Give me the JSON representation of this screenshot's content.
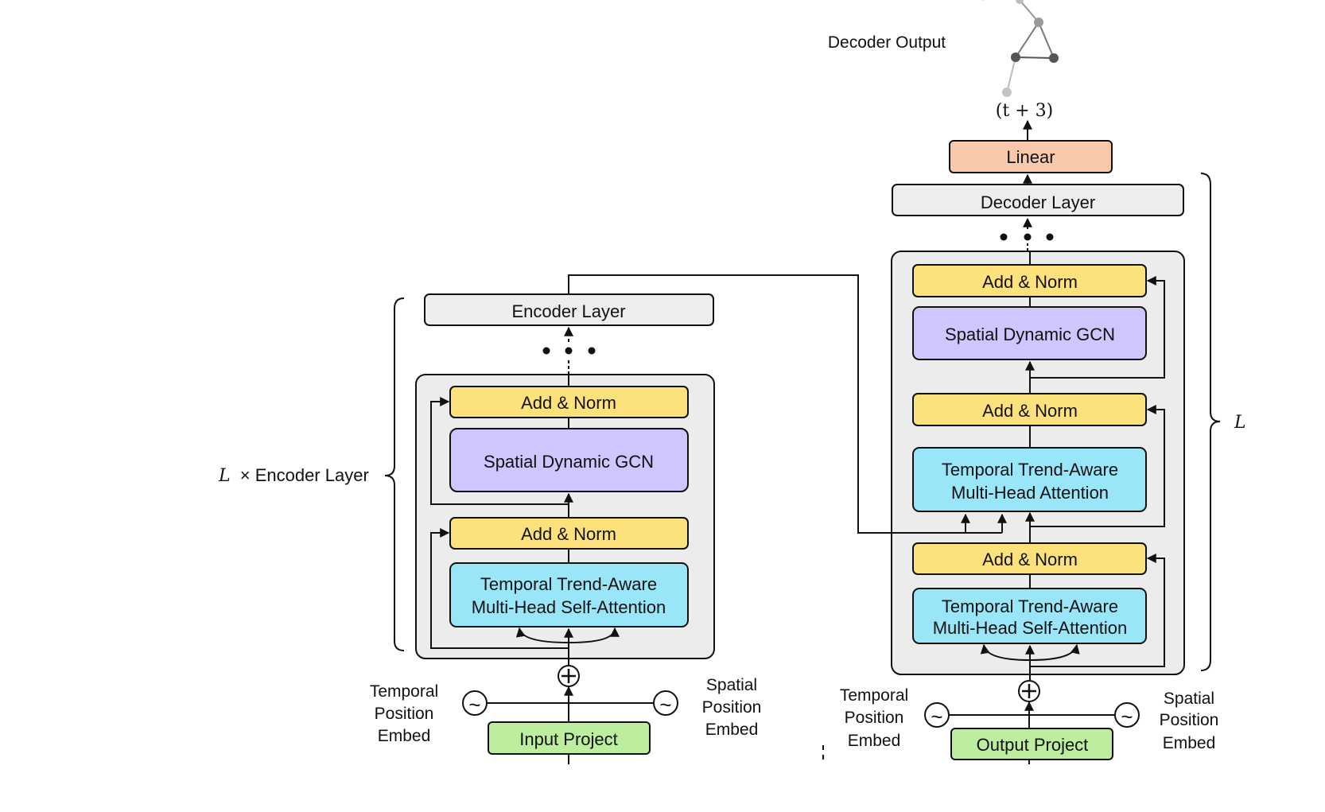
{
  "colors": {
    "yellow": "#FDE17A",
    "purple": "#CEC6FC",
    "cyan": "#98E6F8",
    "green": "#BDEEA0",
    "salmon": "#F8C9AB",
    "layer_gray": "#EDEDED",
    "block_gray": "#ECECEC",
    "stroke": "#111111"
  },
  "top": {
    "decoder_output_label": "Decoder Output",
    "time_label": "(t + 3)"
  },
  "encoder": {
    "side_label_var": "L",
    "side_label_text": "× Encoder Layer",
    "layer_label": "Encoder Layer",
    "dots": "• • •",
    "add_norm_1": "Add & Norm",
    "gcn": "Spatial Dynamic GCN",
    "add_norm_2": "Add & Norm",
    "attention_line1": "Temporal Trend-Aware",
    "attention_line2": "Multi-Head Self-Attention",
    "temporal_embed": [
      "Temporal",
      "Position",
      "Embed"
    ],
    "spatial_embed": [
      "Spatial",
      "Position",
      "Embed"
    ],
    "input_project": "Input Project"
  },
  "decoder": {
    "linear": "Linear",
    "layer_label": "Decoder Layer",
    "dots": "• • •",
    "add_norm_1": "Add & Norm",
    "gcn": "Spatial Dynamic GCN",
    "add_norm_2": "Add & Norm",
    "cross_attention_line1": "Temporal Trend-Aware",
    "cross_attention_line2": "Multi-Head Attention",
    "add_norm_3": "Add & Norm",
    "self_attention_line1": "Temporal Trend-Aware",
    "self_attention_line2": "Multi-Head Self-Attention",
    "temporal_embed": [
      "Temporal",
      "Position",
      "Embed"
    ],
    "spatial_embed": [
      "Spatial",
      "Position",
      "Embed"
    ],
    "output_project": "Output Project",
    "side_label_var": "L"
  },
  "symbols": {
    "sine": "~",
    "plus": "+"
  }
}
